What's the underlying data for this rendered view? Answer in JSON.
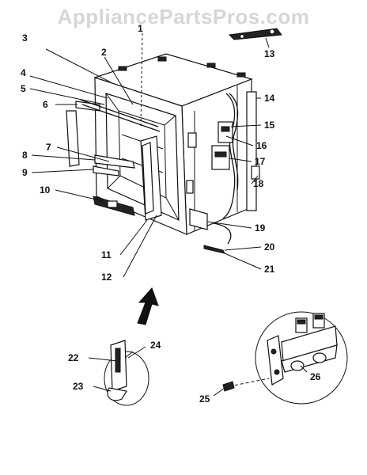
{
  "watermark": "AppliancePartsPros.com",
  "callouts": [
    {
      "id": "c3",
      "label": "3"
    },
    {
      "id": "c2",
      "label": "2"
    },
    {
      "id": "c1",
      "label": "1"
    },
    {
      "id": "c13",
      "label": "13"
    },
    {
      "id": "c4",
      "label": "4"
    },
    {
      "id": "c5",
      "label": "5"
    },
    {
      "id": "c6",
      "label": "6"
    },
    {
      "id": "c14",
      "label": "14"
    },
    {
      "id": "c15",
      "label": "15"
    },
    {
      "id": "c16",
      "label": "16"
    },
    {
      "id": "c7",
      "label": "7"
    },
    {
      "id": "c8",
      "label": "8"
    },
    {
      "id": "c17",
      "label": "17"
    },
    {
      "id": "c9",
      "label": "9"
    },
    {
      "id": "c18",
      "label": "18"
    },
    {
      "id": "c10",
      "label": "10"
    },
    {
      "id": "c19",
      "label": "19"
    },
    {
      "id": "c20",
      "label": "20"
    },
    {
      "id": "c11",
      "label": "11"
    },
    {
      "id": "c21",
      "label": "21"
    },
    {
      "id": "c12",
      "label": "12"
    },
    {
      "id": "c22",
      "label": "22"
    },
    {
      "id": "c24",
      "label": "24"
    },
    {
      "id": "c23",
      "label": "23"
    },
    {
      "id": "c26",
      "label": "26"
    },
    {
      "id": "c25",
      "label": "25"
    }
  ]
}
